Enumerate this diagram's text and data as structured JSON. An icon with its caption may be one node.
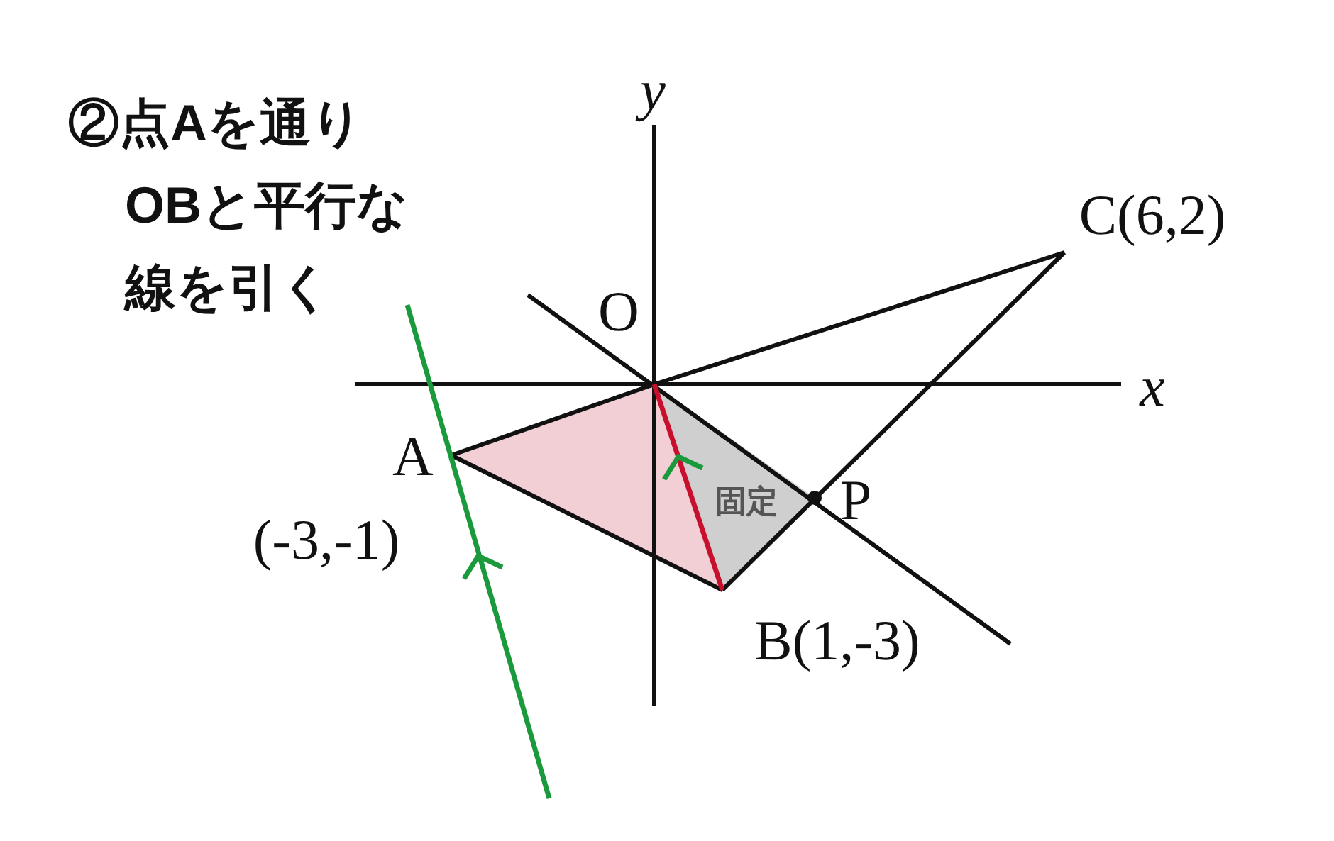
{
  "diagram": {
    "title": "②点Aを通りOBと平行な線を引く",
    "labels": [
      "y",
      "x",
      "O",
      "C(6,2)",
      "A",
      "(-3,-1)",
      "固定",
      "P",
      "B(1,-3)"
    ]
  }
}
